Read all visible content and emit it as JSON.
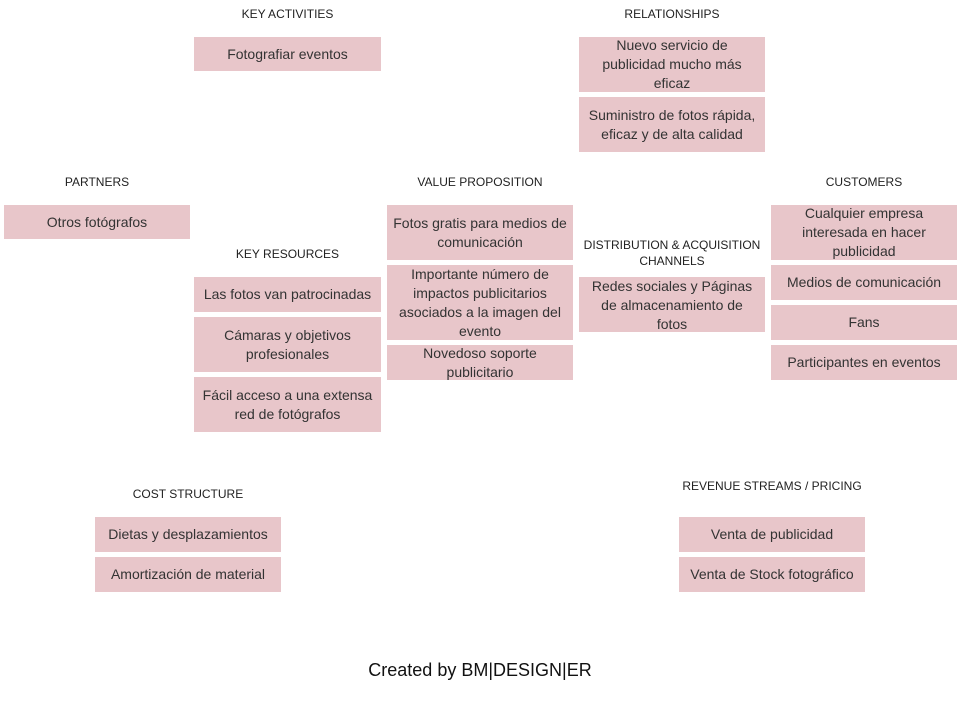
{
  "labels": {
    "key_activities": "KEY ACTIVITIES",
    "relationships": "RELATIONSHIPS",
    "partners": "PARTNERS",
    "value_proposition": "VALUE PROPOSITION",
    "customers": "CUSTOMERS",
    "key_resources": "KEY RESOURCES",
    "distribution": "DISTRIBUTION  &  ACQUISITION  CHANNELS",
    "cost_structure": "COST  STRUCTURE",
    "revenue_streams": "REVENUE STREAMS / PRICING"
  },
  "key_activities": [
    "Fotografiar eventos"
  ],
  "relationships": [
    "Nuevo servicio de publicidad mucho más eficaz",
    "Suministro de fotos rápida, eficaz y de alta calidad"
  ],
  "partners": [
    "Otros fotógrafos"
  ],
  "value_proposition": [
    "Fotos gratis para medios de comunicación",
    "Importante número de impactos publicitarios asociados a la imagen del evento",
    "Novedoso soporte publicitario"
  ],
  "customers": [
    "Cualquier empresa interesada en hacer publicidad",
    "Medios de comunicación",
    "Fans",
    "Participantes en eventos"
  ],
  "key_resources": [
    "Las fotos van patrocinadas",
    "Cámaras y objetivos profesionales",
    "Fácil acceso a una extensa red de fotógrafos"
  ],
  "distribution": [
    "Redes sociales y Páginas de almacenamiento de fotos"
  ],
  "cost_structure": [
    "Dietas y desplazamientos",
    "Amortización de material"
  ],
  "revenue_streams": [
    "Venta de publicidad",
    "Venta de Stock fotográfico"
  ],
  "footer": "Created by BM|DESIGN|ER",
  "colors": {
    "box_fill": "#e8c6ca"
  }
}
